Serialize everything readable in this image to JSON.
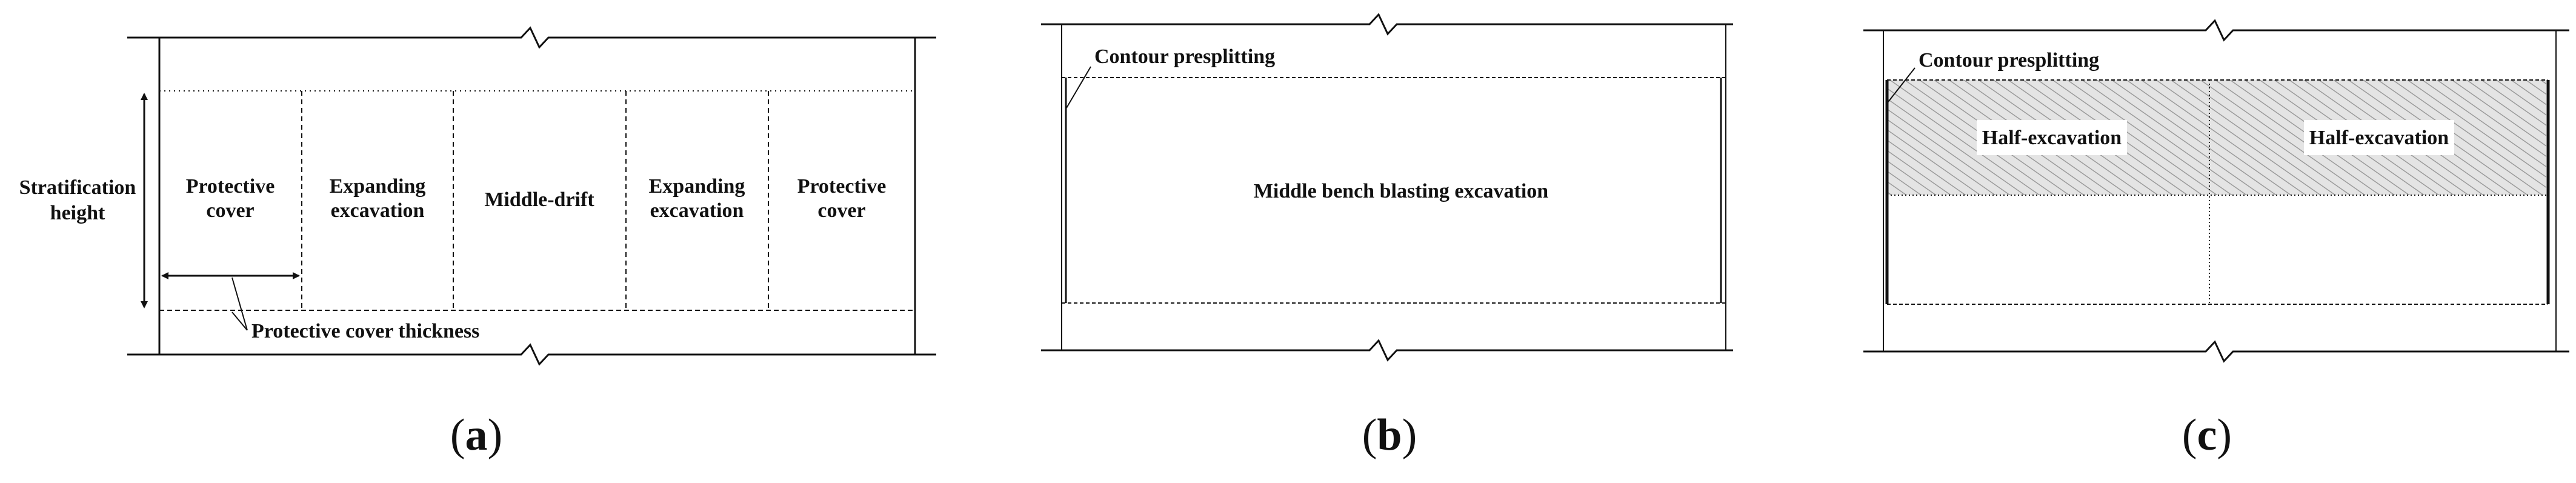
{
  "panel_a": {
    "stratification_height": [
      "Stratification",
      "height"
    ],
    "protective_cover_left": [
      "Protective",
      "cover"
    ],
    "expanding_left": [
      "Expanding",
      "excavation"
    ],
    "middle_drift": "Middle-drift",
    "expanding_right": [
      "Expanding",
      "excavation"
    ],
    "protective_cover_right": [
      "Protective",
      "cover"
    ],
    "protective_cover_thickness": "Protective cover thickness",
    "caption_paren_open": "(",
    "caption_letter": "a",
    "caption_paren_close": ")"
  },
  "panel_b": {
    "contour_presplitting": "Contour presplitting",
    "middle_bench": "Middle bench blasting excavation",
    "caption_paren_open": "(",
    "caption_letter": "b",
    "caption_paren_close": ")"
  },
  "panel_c": {
    "contour_presplitting": "Contour presplitting",
    "half_excavation_left": "Half-excavation",
    "half_excavation_right": "Half-excavation",
    "caption_paren_open": "(",
    "caption_letter": "c",
    "caption_paren_close": ")"
  },
  "colors": {
    "line": "#111111",
    "hatch_fill": "#e4e4e4",
    "hatch_line": "#9a9a9a"
  }
}
